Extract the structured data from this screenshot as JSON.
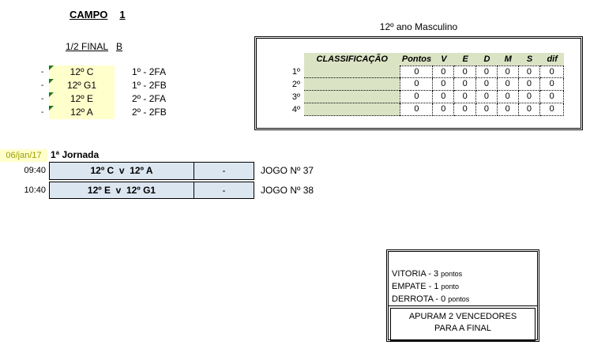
{
  "header": {
    "campo_label": "CAMPO",
    "campo_number": "1",
    "stage_label": "1/2 FINAL",
    "stage_group": "B"
  },
  "teams": [
    {
      "marker": "-",
      "name": "12º C",
      "seed": "1º - 2FA"
    },
    {
      "marker": "-",
      "name": "12º G1",
      "seed": "1º - 2FB"
    },
    {
      "marker": "-",
      "name": "12º E",
      "seed": "2º - 2FA"
    },
    {
      "marker": "-",
      "name": "12º A",
      "seed": "2º - 2FB"
    }
  ],
  "classification": {
    "title": "12º ano Masculino",
    "label_header": "CLASSIFICAÇÃO",
    "columns": [
      "Pontos",
      "V",
      "E",
      "D",
      "M",
      "S",
      "dif"
    ],
    "rows": [
      {
        "rank": "1º",
        "values": [
          "0",
          "0",
          "0",
          "0",
          "0",
          "0",
          "0"
        ]
      },
      {
        "rank": "2º",
        "values": [
          "0",
          "0",
          "0",
          "0",
          "0",
          "0",
          "0"
        ]
      },
      {
        "rank": "3º",
        "values": [
          "0",
          "0",
          "0",
          "0",
          "0",
          "0",
          "0"
        ]
      },
      {
        "rank": "4º",
        "values": [
          "0",
          "0",
          "0",
          "0",
          "0",
          "0",
          "0"
        ]
      }
    ]
  },
  "jornada": {
    "date": "06/jan/17",
    "title": "1ª Jornada",
    "games": [
      {
        "time": "09:40",
        "match": "12º C  v  12º A",
        "score": "-",
        "game_label": "JOGO Nº 37"
      },
      {
        "time": "10:40",
        "match": "12º E  v  12º G1",
        "score": "-",
        "game_label": "JOGO Nº 38"
      }
    ]
  },
  "rules": {
    "lines": [
      {
        "text": "VITORIA - 3",
        "unit": "pontos"
      },
      {
        "text": "EMPATE - 1",
        "unit": "ponto"
      },
      {
        "text": "DERROTA - 0",
        "unit": "pontos"
      }
    ],
    "note": "APURAM 2 VENCEDORES PARA A FINAL"
  },
  "colors": {
    "highlight_yellow": "#FFFFCC",
    "header_green": "#DBE3C5",
    "schedule_blue": "#DCE6F1",
    "date_olive": "#9C9C00",
    "flag_green": "#1F7A1F"
  }
}
